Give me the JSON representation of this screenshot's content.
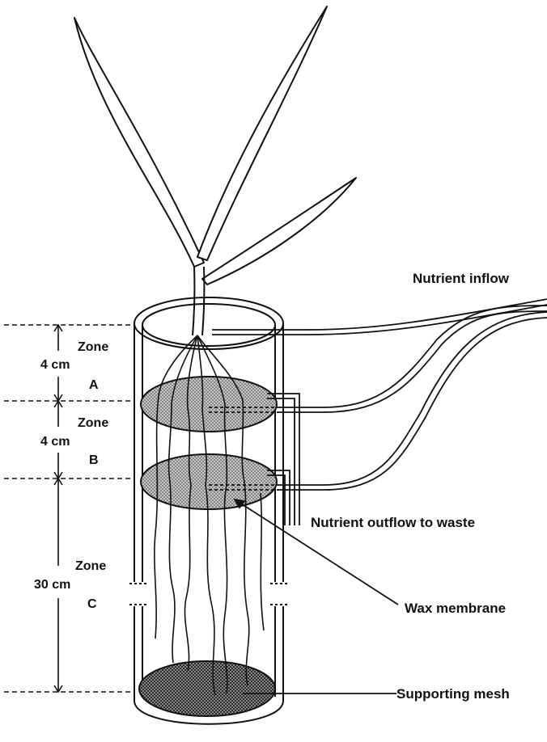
{
  "zones": [
    {
      "word": "Zone",
      "letter": "A",
      "size": "4 cm"
    },
    {
      "word": "Zone",
      "letter": "B",
      "size": "4 cm"
    },
    {
      "word": "Zone",
      "letter": "C",
      "size": "30 cm"
    }
  ],
  "labels": {
    "nutrient_inflow": "Nutrient inflow",
    "nutrient_outflow": "Nutrient outflow to waste",
    "wax_membrane": "Wax membrane",
    "supporting_mesh": "Supporting mesh"
  },
  "colors": {
    "ink": "#111111",
    "membrane_fill": "#9a9a9a",
    "mesh_fill": "#5a5a5a"
  }
}
